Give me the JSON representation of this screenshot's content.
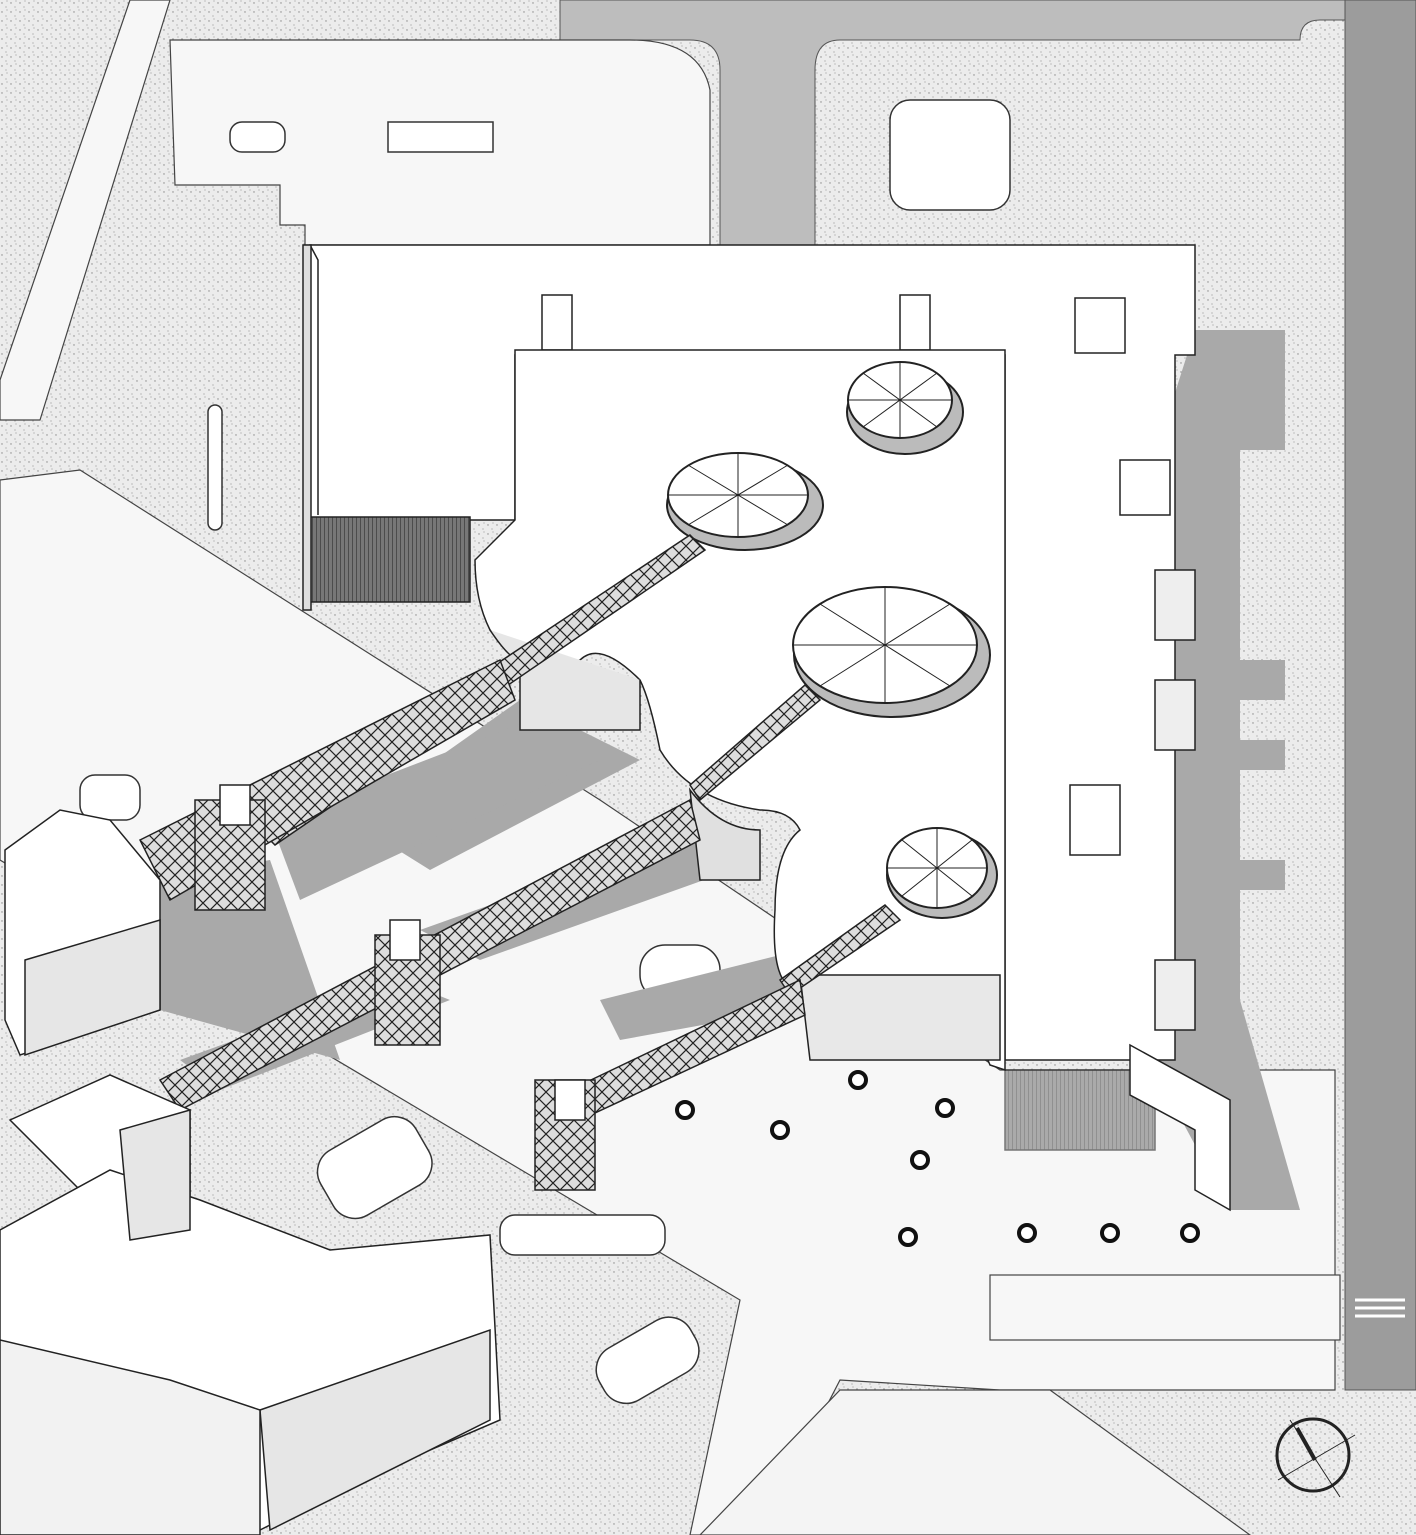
{
  "drawing": {
    "kind": "axonometric site plan",
    "colors": {
      "ground": "#efefef",
      "road": "#bdbdbd",
      "road_dark": "#9c9c9c",
      "roof": "#ffffff",
      "shadow": "#a9a9a9",
      "line": "#222222"
    },
    "icons": [
      "north-arrow-icon"
    ],
    "domes": 4,
    "bridges": 3,
    "towers": 3
  }
}
